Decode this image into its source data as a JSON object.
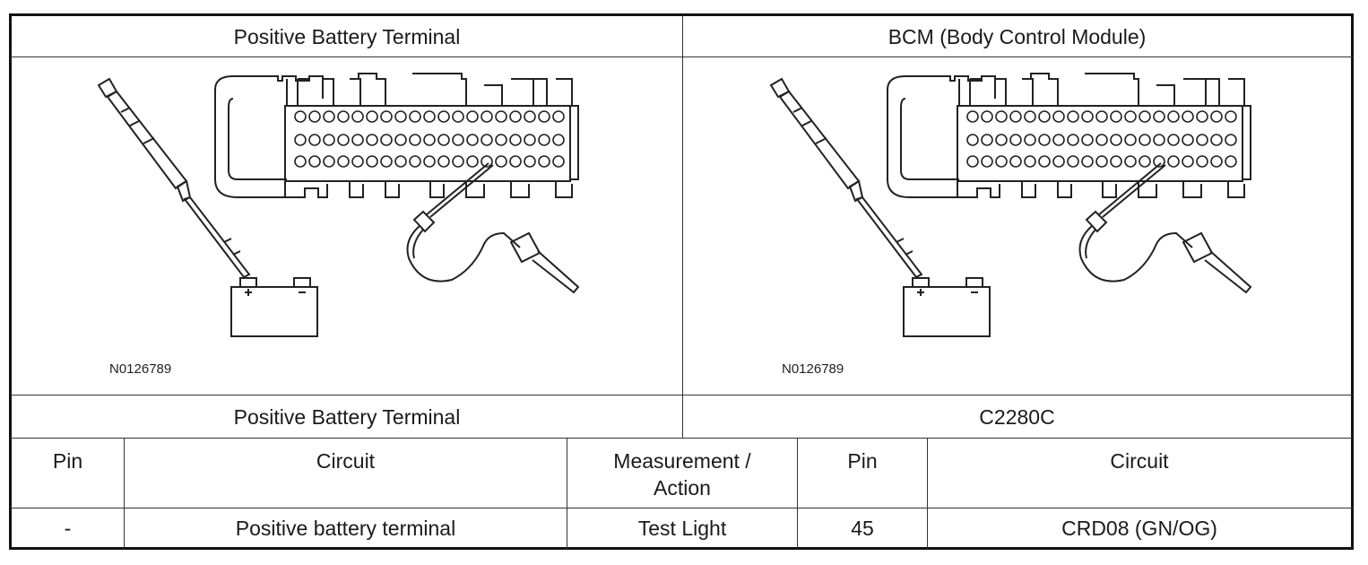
{
  "header": {
    "left_title": "Positive Battery Terminal",
    "right_title": "BCM (Body Control Module)"
  },
  "figures": {
    "left_id": "N0126789",
    "right_id": "N0126789"
  },
  "subheader": {
    "left": "Positive Battery Terminal",
    "right": "C2280C"
  },
  "table": {
    "columns": [
      "Pin",
      "Circuit",
      "Measurement /\nAction",
      "Pin",
      "Circuit"
    ],
    "rows": [
      [
        "-",
        "Positive battery terminal",
        "Test Light",
        "45",
        "CRD08 (GN/OG)"
      ]
    ]
  }
}
